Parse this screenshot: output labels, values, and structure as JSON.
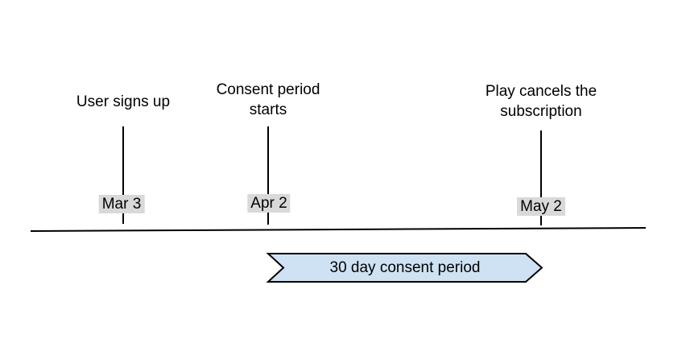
{
  "diagram": {
    "type": "timeline",
    "events": [
      {
        "title": "User signs up",
        "date": "Mar 3"
      },
      {
        "title": "Consent period\nstarts",
        "date": "Apr 2"
      },
      {
        "title": "Play cancels the\nsubscription",
        "date": "May 2"
      }
    ],
    "banner": {
      "label": "30 day consent period",
      "fill": "#cfe2f3",
      "border": "#000000"
    },
    "colors": {
      "date_label_bg": "#d9d9d9",
      "line": "#000000",
      "text": "#000000",
      "background": "#ffffff"
    }
  }
}
